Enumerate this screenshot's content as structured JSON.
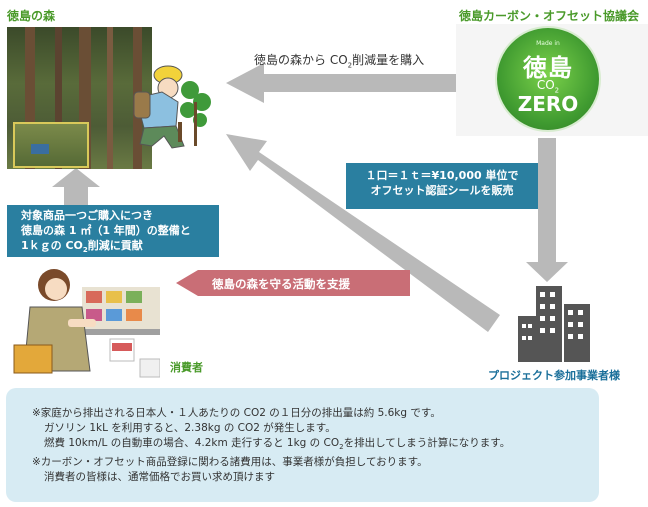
{
  "forest": {
    "title": "徳島の森"
  },
  "association": {
    "title": "徳島カーボン・オフセット協議会"
  },
  "logo": {
    "top": "Made in",
    "line1": "徳島",
    "line2": "CO",
    "co2_sub": "2",
    "line3": "ZERO"
  },
  "arrow_top": {
    "label_pre": "徳島の森から CO",
    "label_sub": "2",
    "label_post": "削減量を購入"
  },
  "sale_box": {
    "line1": "１口＝１ｔ＝¥10,000 単位で",
    "line2": "オフセット認証シールを販売"
  },
  "contribution_box": {
    "line1": "対象商品一つご購入につき",
    "line2": "徳島の森 1 ㎡（1 年間）の整備と",
    "line3_pre": "1ｋｇの CO",
    "line3_sub": "2",
    "line3_post": "削減に貢献"
  },
  "support_arrow": {
    "label": "徳島の森を守る活動を支援"
  },
  "consumer": {
    "label": "消費者"
  },
  "business": {
    "label": "プロジェクト参加事業者様"
  },
  "notes": {
    "line1": "※家庭から排出される日本人・１人あたりの CO2 の１日分の排出量は約 5.6kg です。",
    "line2": "ガソリン 1kL を利用すると、2.38kg の CO2 が発生します。",
    "line3_pre": "燃費 10km/L の自動車の場合、4.2km 走行すると 1kg の CO",
    "line3_sub": "2",
    "line3_post": "を排出してしまう計算になります。",
    "line4": "※カーボン・オフセット商品登録に関わる諸費用は、事業者様が負担しております。",
    "line5": "消費者の皆様は、通常価格でお買い求め頂けます"
  },
  "colors": {
    "teal": "#2a7fa0",
    "arrow_gray": "#b9b9b9",
    "pink_arrow": "#c96e76",
    "note_bg": "#d7ebf3",
    "green_label": "#4a9a2a",
    "blue_label": "#1a6f9a"
  }
}
